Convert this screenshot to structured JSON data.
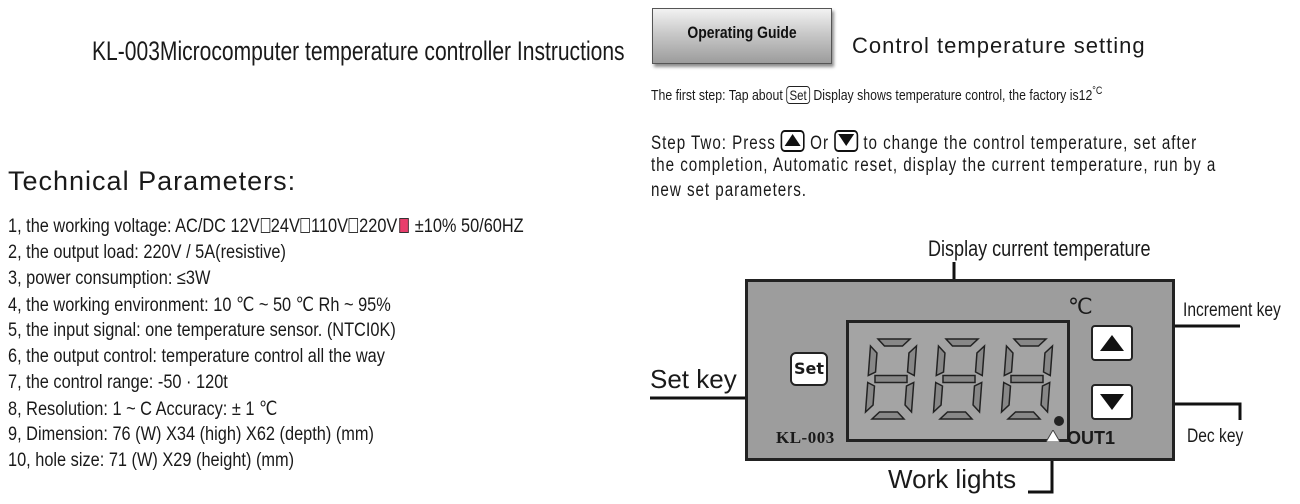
{
  "document": {
    "title": "KL-003Microcomputer temperature controller Instructions",
    "technical_heading": "Technical Parameters:",
    "params": [
      {
        "text": "1, the working voltage:  AC/DC 12V",
        "rest": [
          "24V",
          "110V",
          "220V"
        ],
        "tail": " ±10% 50/60HZ"
      },
      {
        "text": "2, the output load: 220V / 5A(resistive)"
      },
      {
        "text": "3, power consumption: ≤3W"
      },
      {
        "text": "4, the working environment: 10 ℃ ~ 50 ℃ Rh ~ 95%"
      },
      {
        "text": "5, the input signal: one temperature sensor. (NTCI0K)"
      },
      {
        "text": "6, the output control: temperature control all the way"
      },
      {
        "text": "7, the control range: -50 · 120t"
      },
      {
        "text": "8, Resolution: 1 ~ C Accuracy: ± 1 ℃"
      },
      {
        "text": "9, Dimension: 76 (W) X34 (high) X62 (depth) (mm)"
      },
      {
        "text": "10, hole size: 71 (W) X29 (height) (mm)"
      }
    ]
  },
  "guide": {
    "button_label": "Operating Guide",
    "heading": "Control temperature setting",
    "step1_pre": "The first step: Tap about ",
    "step1_key": "Set",
    "step1_post": " Display shows temperature control, the factory is12",
    "step1_unit": "°C",
    "step2_line1_pre": "Step Two: Press ",
    "step2_line1_mid": " Or ",
    "step2_line1_post": " to change the control temperature, set after",
    "step2_line2": "the completion, Automatic reset, display the current temperature, run by a",
    "step2_line3": "new set parameters."
  },
  "diagram": {
    "display_label": "Display current temperature",
    "set_key_label": "Set key",
    "set_button": "Set",
    "increment_label": "Increment key",
    "dec_label": "Dec key",
    "work_lights_label": "Work lights",
    "model": "KL-003",
    "out_label": "OUT1",
    "degree_symbol": "℃",
    "digit_count": 3,
    "colors": {
      "panel": "#9d9d9d",
      "segment": "#888888",
      "indicator": "#e83e6c"
    }
  }
}
